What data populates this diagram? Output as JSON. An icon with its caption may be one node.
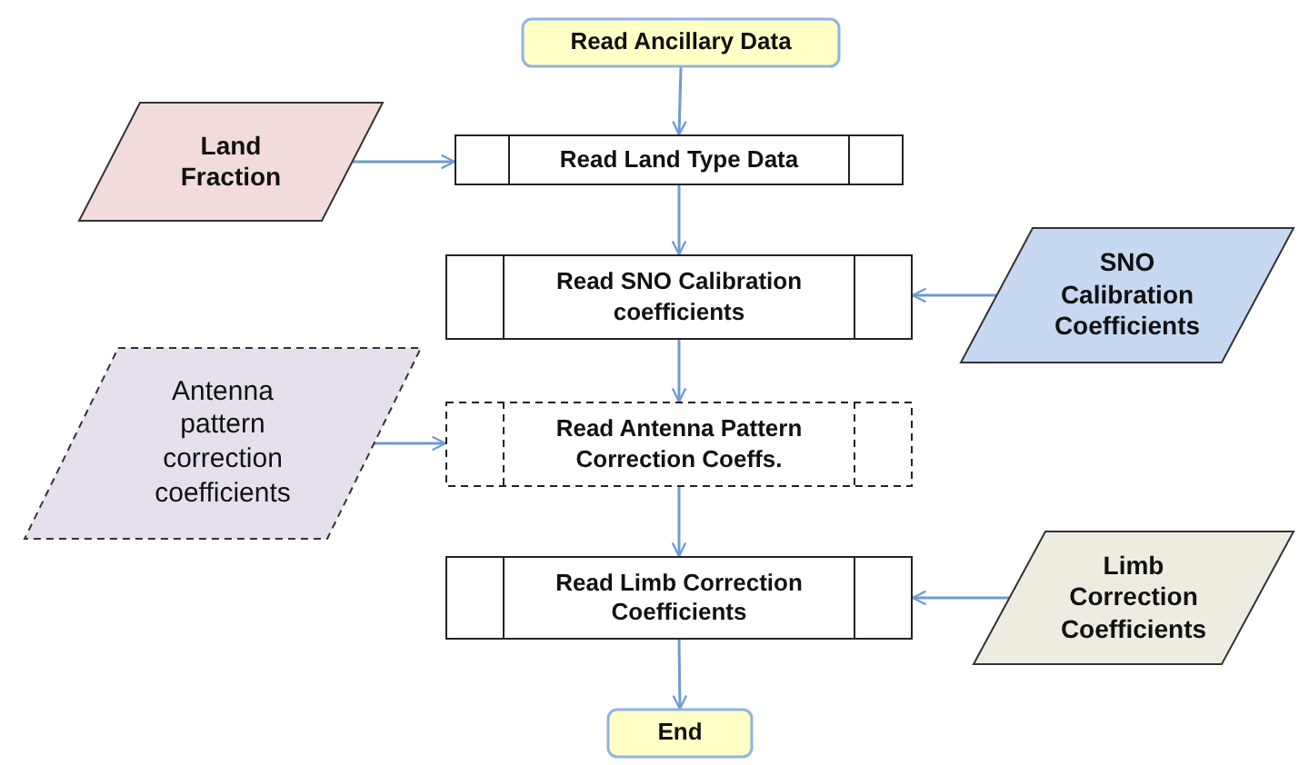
{
  "diagram": {
    "nodes": [
      {
        "text": [
          "Read Ancillary Data"
        ]
      },
      {
        "text": [
          "Land Fraction"
        ]
      },
      {
        "text": [
          "Read Land Type Data"
        ]
      },
      {
        "text": [
          "Read SNO Calibration coefficients"
        ]
      },
      {
        "text": [
          "SNO Calibration Coefficients"
        ]
      },
      {
        "text": [
          "Antenna pattern correction coefficients"
        ]
      },
      {
        "text": [
          "Read Antenna Pattern Correction Coeffs."
        ]
      },
      {
        "text": [
          "Read Limb Correction Coefficients"
        ]
      },
      {
        "text": [
          "Limb Correction Coefficients"
        ]
      },
      {
        "text": [
          "End"
        ]
      }
    ],
    "edges": [
      {
        "from": 0,
        "to": 2,
        "arrow": "to"
      },
      {
        "from": 1,
        "to": 2,
        "arrow": "to"
      },
      {
        "from": 2,
        "to": 3,
        "arrow": "to"
      },
      {
        "from": 4,
        "to": 3,
        "arrow": "to"
      },
      {
        "from": 3,
        "to": 6,
        "arrow": "to"
      },
      {
        "from": 5,
        "to": 6,
        "arrow": "to"
      },
      {
        "from": 6,
        "to": 7,
        "arrow": "to"
      },
      {
        "from": 8,
        "to": 7,
        "arrow": "to"
      },
      {
        "from": 7,
        "to": 9,
        "arrow": "to"
      }
    ]
  }
}
